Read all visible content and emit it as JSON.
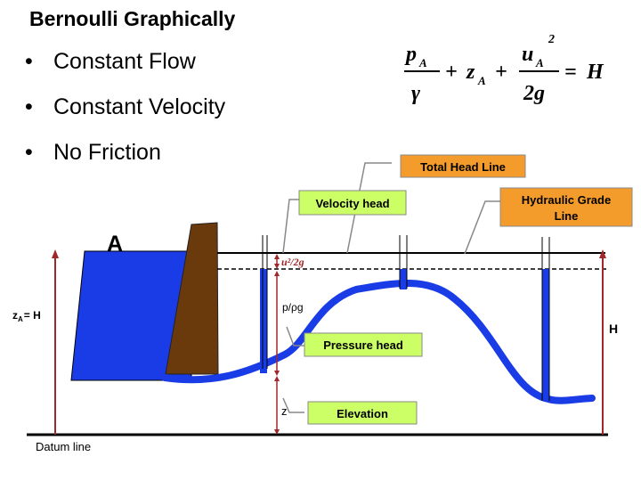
{
  "slide": {
    "title": "Bernoulli Graphically",
    "bullets": [
      "Constant Flow",
      "Constant Velocity",
      "No Friction"
    ]
  },
  "equation": {
    "pressure_numerator": "p",
    "pressure_subscript": "A",
    "pressure_denominator": "γ",
    "plus_1": "+",
    "elevation": "z",
    "elevation_subscript": "A",
    "plus_2": "+",
    "velocity_numerator": "u",
    "velocity_subscript": "A",
    "velocity_exponent": "2",
    "velocity_denominator": "2g",
    "equals": "=",
    "head": "H"
  },
  "diagram": {
    "point_label": "A",
    "za_label_main": "z",
    "za_label_sub": "A",
    "za_label_rest": "= H",
    "h_label": "H",
    "velocity_head_symbol": "u²/2g",
    "pressure_head_symbol": "p/ρg",
    "elevation_symbol": "z",
    "datum_label": "Datum line",
    "callouts": {
      "total_head_line": "Total Head Line",
      "velocity_head": "Velocity head",
      "hydraulic_grade_line_1": "Hydraulic Grade",
      "hydraulic_grade_line_2": "Line",
      "pressure_head": "Pressure head",
      "elevation": "Elevation"
    },
    "colors": {
      "water": "#1a3ce6",
      "dam": "#6b3a0c",
      "orange_callout": "#f39c2b",
      "green_callout": "#ccff66",
      "arrow_red": "#a0282a"
    }
  }
}
